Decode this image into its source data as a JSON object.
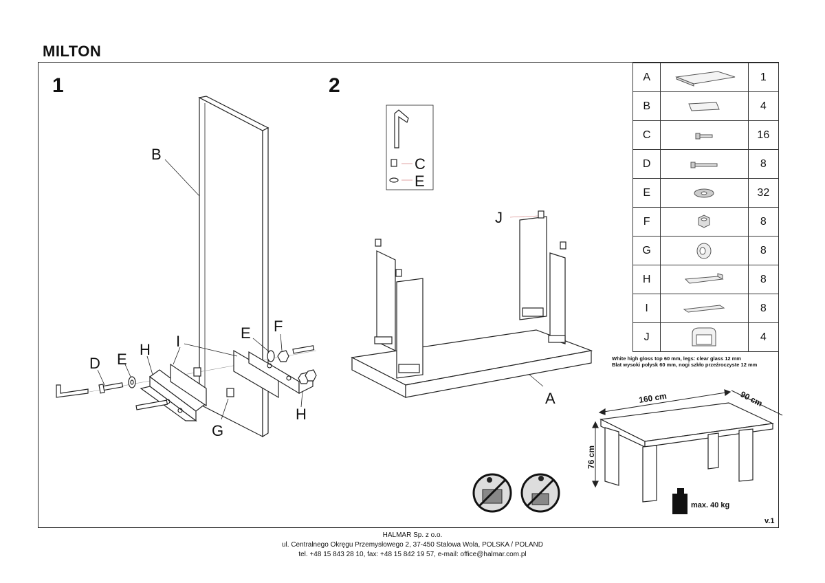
{
  "title": "MILTON",
  "steps": {
    "step1": "1",
    "step2": "2"
  },
  "step1_labels": {
    "B": "B",
    "D": "D",
    "E_left": "E",
    "H_left": "H",
    "I": "I",
    "E_right": "E",
    "F": "F",
    "G": "G",
    "H_right": "H"
  },
  "step2_labels": {
    "C": "C",
    "E": "E",
    "J": "J",
    "A": "A"
  },
  "parts": [
    {
      "letter": "A",
      "qty": "1",
      "icon": "tabletop-icon"
    },
    {
      "letter": "B",
      "qty": "4",
      "icon": "glass-leg-icon"
    },
    {
      "letter": "C",
      "qty": "16",
      "icon": "short-screw-icon"
    },
    {
      "letter": "D",
      "qty": "8",
      "icon": "long-screw-icon"
    },
    {
      "letter": "E",
      "qty": "32",
      "icon": "washer-icon"
    },
    {
      "letter": "F",
      "qty": "8",
      "icon": "nut-icon"
    },
    {
      "letter": "G",
      "qty": "8",
      "icon": "spacer-icon"
    },
    {
      "letter": "H",
      "qty": "8",
      "icon": "bracket-icon"
    },
    {
      "letter": "I",
      "qty": "8",
      "icon": "plate-icon"
    },
    {
      "letter": "J",
      "qty": "4",
      "icon": "clip-icon"
    }
  ],
  "spec": {
    "en": "White high gloss top 60 mm, legs: clear glass 12 mm",
    "pl": "Blat wysoki połysk 60 mm, nogi szkło przeźroczyste 12 mm"
  },
  "dimensions": {
    "width": "160 cm",
    "depth": "90 cm",
    "height": "76 cm"
  },
  "max_load": "max. 40 kg",
  "version": "v.1",
  "footer": {
    "company": "HALMAR Sp. z o.o.",
    "address": "ul. Centralnego Okręgu Przemysłowego 2, 37-450 Stalowa Wola, POLSKA / POLAND",
    "contact": "tel. +48 15 843 28 10, fax: +48 15 842 19 57, e-mail: office@halmar.com.pl"
  }
}
